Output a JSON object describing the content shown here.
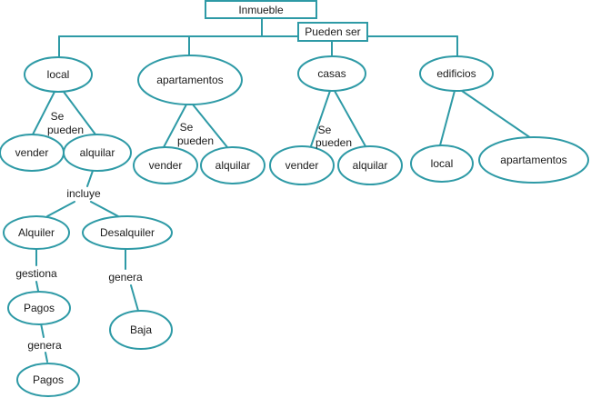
{
  "nodes": {
    "inmueble": "Inmueble",
    "pueden_ser": "Pueden ser",
    "local": "local",
    "apartamentos": "apartamentos",
    "casas": "casas",
    "edificios": "edificios",
    "local_vender": "vender",
    "local_alquilar": "alquilar",
    "apt_vender": "vender",
    "apt_alquilar": "alquilar",
    "casas_vender": "vender",
    "casas_alquilar": "alquilar",
    "edif_local": "local",
    "edif_apartamentos": "apartamentos",
    "alquiler": "Alquiler",
    "desalquiler": "Desalquiler",
    "pagos_1": "Pagos",
    "pagos_2": "Pagos",
    "baja": "Baja"
  },
  "labels": {
    "se_pueden_local": [
      "Se",
      "pueden"
    ],
    "se_pueden_apt": [
      "Se",
      "pueden"
    ],
    "se_pueden_casas": [
      "Se",
      "pueden"
    ],
    "incluye": "incluye",
    "gestiona": "gestiona",
    "genera_desalquiler": "genera",
    "genera_pagos": "genera"
  },
  "colors": {
    "stroke": "#2e9aa6",
    "text": "#1a1a1a",
    "background": "#ffffff"
  }
}
